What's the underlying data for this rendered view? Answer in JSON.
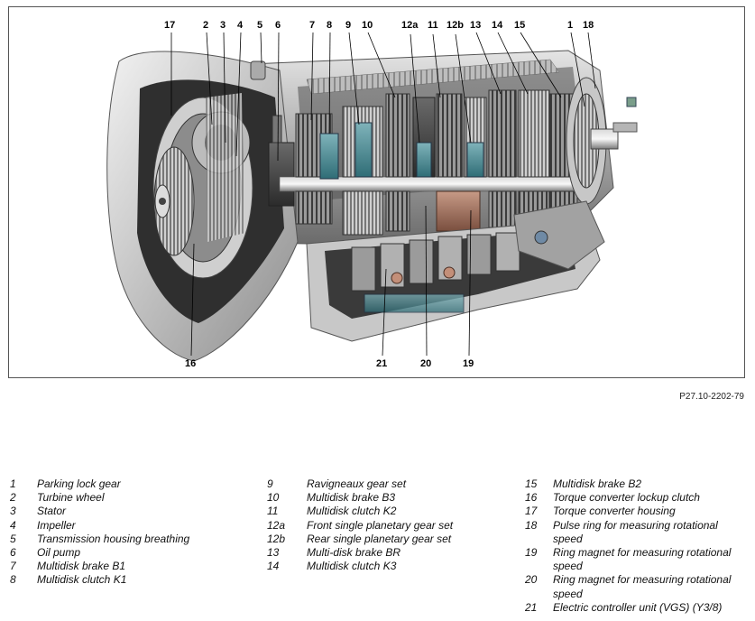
{
  "callouts": {
    "c17": "17",
    "c2": "2",
    "c3": "3",
    "c4": "4",
    "c5": "5",
    "c6": "6",
    "c7": "7",
    "c8": "8",
    "c9": "9",
    "c10": "10",
    "c12a": "12a",
    "c11": "11",
    "c12b": "12b",
    "c13": "13",
    "c14": "14",
    "c15": "15",
    "c1": "1",
    "c18": "18",
    "c16": "16",
    "c21": "21",
    "c20": "20",
    "c19": "19"
  },
  "reference_code": "P27.10-2202-79",
  "legend": {
    "col1": [
      {
        "num": "1",
        "label": "Parking lock gear"
      },
      {
        "num": "2",
        "label": "Turbine wheel"
      },
      {
        "num": "3",
        "label": "Stator"
      },
      {
        "num": "4",
        "label": "Impeller"
      },
      {
        "num": "5",
        "label": "Transmission housing breathing"
      },
      {
        "num": "6",
        "label": "Oil pump"
      },
      {
        "num": "7",
        "label": "Multidisk brake B1"
      },
      {
        "num": "8",
        "label": "Multidisk clutch K1"
      }
    ],
    "col2": [
      {
        "num": "9",
        "label": "Ravigneaux gear set"
      },
      {
        "num": "10",
        "label": "Multidisk brake B3"
      },
      {
        "num": "11",
        "label": "Multidisk clutch K2"
      },
      {
        "num": "12a",
        "label": "Front single planetary gear set"
      },
      {
        "num": "12b",
        "label": "Rear single planetary gear set"
      },
      {
        "num": "13",
        "label": "Multi-disk brake BR"
      },
      {
        "num": "14",
        "label": "Multidisk clutch K3"
      }
    ],
    "col3": [
      {
        "num": "15",
        "label": "Multidisk brake B2"
      },
      {
        "num": "16",
        "label": "Torque converter lockup clutch"
      },
      {
        "num": "17",
        "label": "Torque converter housing"
      },
      {
        "num": "18",
        "label": "Pulse ring for measuring rotational\nspeed"
      },
      {
        "num": "19",
        "label": "Ring magnet for measuring rotational\nspeed"
      },
      {
        "num": "20",
        "label": "Ring magnet for measuring rotational\nspeed"
      },
      {
        "num": "21",
        "label": "Electric controller unit (VGS) (Y3/8)"
      }
    ]
  }
}
